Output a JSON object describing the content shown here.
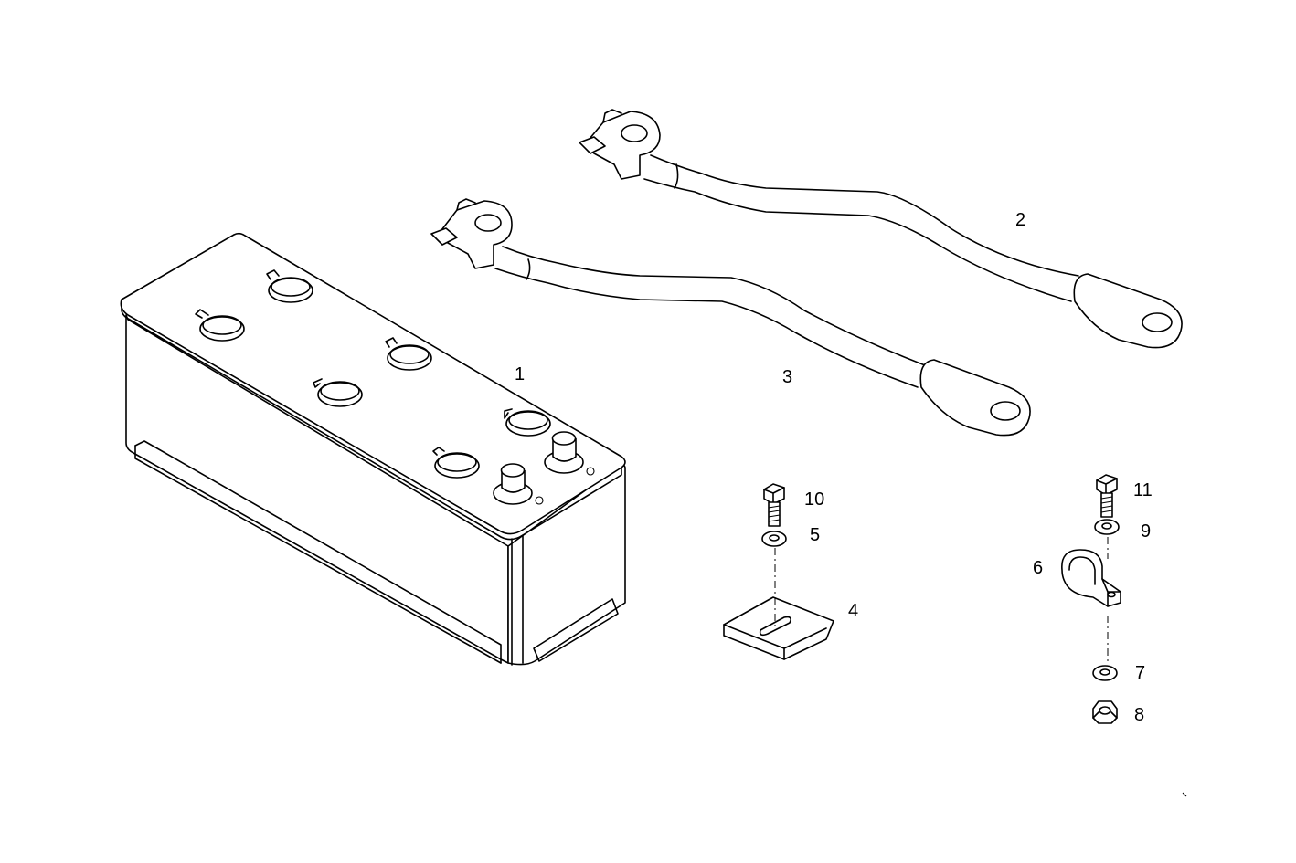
{
  "diagram": {
    "labels": {
      "battery": "1",
      "cable_long": "2",
      "cable_short": "3",
      "bracket": "4",
      "washer_left": "5",
      "clamp": "6",
      "washer_lower": "7",
      "nut": "8",
      "washer_right": "9",
      "bolt_left": "10",
      "bolt_right": "11"
    }
  }
}
